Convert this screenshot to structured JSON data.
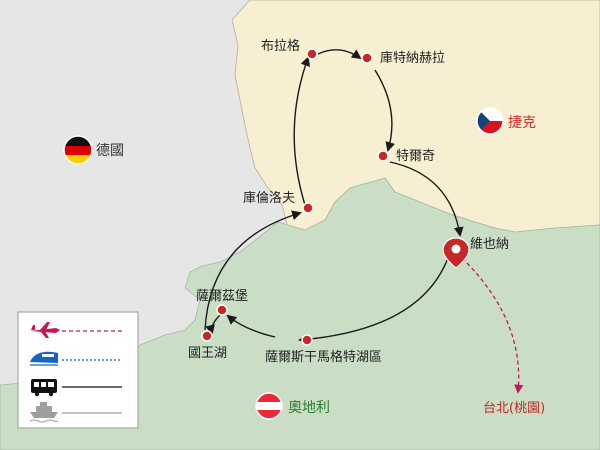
{
  "map": {
    "colors": {
      "background": "#e6e6e6",
      "czech_fill": "#f6efd2",
      "austria_fill": "#c9dec5",
      "route_line": "#1a1a1a",
      "flight_line": "#c2185b",
      "city_dot": "#c62828",
      "czech_label": "#d32f2f",
      "austria_label": "#2e7d32",
      "destination_label": "#c62828"
    },
    "countries": {
      "germany": {
        "label": "德國",
        "flag": "germany-flag-icon"
      },
      "czech": {
        "label": "捷克",
        "flag": "czech-flag-icon"
      },
      "austria": {
        "label": "奧地利",
        "flag": "austria-flag-icon"
      }
    },
    "cities": {
      "prague": "布拉格",
      "kutna_hora": "庫特納赫拉",
      "telc": "特爾奇",
      "cesky_krumlov": "庫倫洛夫",
      "vienna": "維也納",
      "salzburg": "薩爾茲堡",
      "konigssee": "國王湖",
      "salzkammergut": "薩爾斯干馬格特湖區"
    },
    "destination": "台北(桃園)",
    "legend": {
      "items": [
        {
          "icon": "airplane-icon",
          "line": "dashed-magenta"
        },
        {
          "icon": "train-icon",
          "line": "dashed-blue"
        },
        {
          "icon": "bus-icon",
          "line": "solid-black"
        },
        {
          "icon": "ship-icon",
          "line": "solid-gray"
        }
      ]
    }
  }
}
